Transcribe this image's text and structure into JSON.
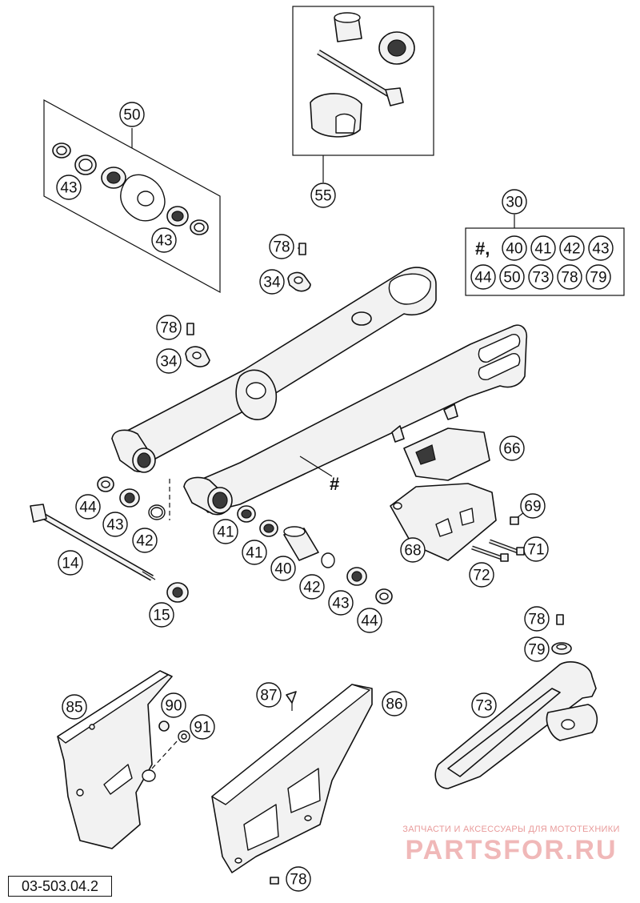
{
  "document": {
    "code": "03-503.04.2"
  },
  "watermark": {
    "tagline": "ЗАПЧАСТИ И АКСЕССУАРЫ ДЛЯ МОТОТЕХНИКИ",
    "logo": "PARTSFOR.RU"
  },
  "kit_30": {
    "header_symbol": "#,",
    "row1": [
      "40",
      "41",
      "42",
      "43"
    ],
    "row2": [
      "44",
      "50",
      "73",
      "78",
      "79"
    ]
  },
  "swingarm_mark": "#",
  "callouts": [
    {
      "id": "c50",
      "label": "50"
    },
    {
      "id": "c43a",
      "label": "43"
    },
    {
      "id": "c43b",
      "label": "43"
    },
    {
      "id": "c55",
      "label": "55"
    },
    {
      "id": "c30",
      "label": "30"
    },
    {
      "id": "c78a",
      "label": "78"
    },
    {
      "id": "c34a",
      "label": "34"
    },
    {
      "id": "c78b",
      "label": "78"
    },
    {
      "id": "c34b",
      "label": "34"
    },
    {
      "id": "c66",
      "label": "66"
    },
    {
      "id": "c69",
      "label": "69"
    },
    {
      "id": "c71",
      "label": "71"
    },
    {
      "id": "c68",
      "label": "68"
    },
    {
      "id": "c72",
      "label": "72"
    },
    {
      "id": "c44a",
      "label": "44"
    },
    {
      "id": "c43c",
      "label": "43"
    },
    {
      "id": "c42a",
      "label": "42"
    },
    {
      "id": "c14",
      "label": "14"
    },
    {
      "id": "c15",
      "label": "15"
    },
    {
      "id": "c41a",
      "label": "41"
    },
    {
      "id": "c41b",
      "label": "41"
    },
    {
      "id": "c40",
      "label": "40"
    },
    {
      "id": "c42b",
      "label": "42"
    },
    {
      "id": "c43d",
      "label": "43"
    },
    {
      "id": "c44b",
      "label": "44"
    },
    {
      "id": "c78c",
      "label": "78"
    },
    {
      "id": "c79",
      "label": "79"
    },
    {
      "id": "c73",
      "label": "73"
    },
    {
      "id": "c85",
      "label": "85"
    },
    {
      "id": "c90",
      "label": "90"
    },
    {
      "id": "c91",
      "label": "91"
    },
    {
      "id": "c87",
      "label": "87"
    },
    {
      "id": "c86",
      "label": "86"
    },
    {
      "id": "c78d",
      "label": "78"
    }
  ]
}
